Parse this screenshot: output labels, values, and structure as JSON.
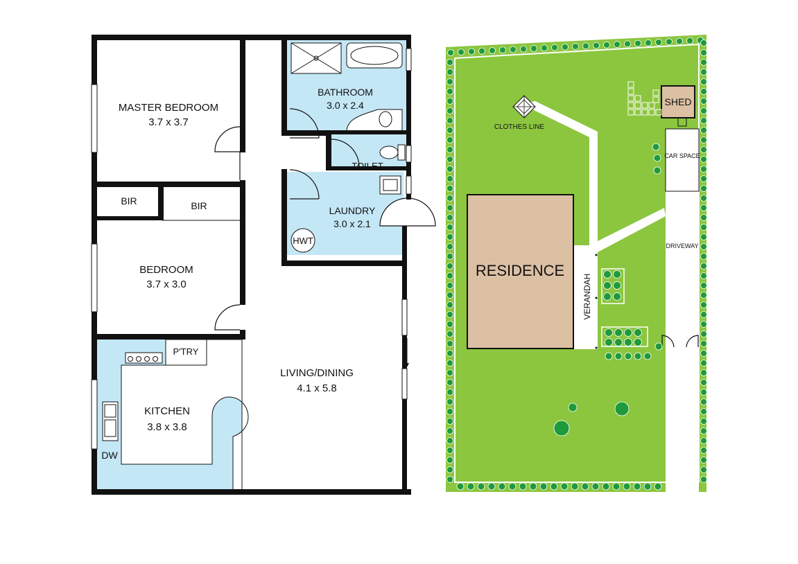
{
  "floor_plan": {
    "rooms": [
      {
        "id": "master-bedroom",
        "name": "MASTER BEDROOM",
        "size": "3.7 x 3.7"
      },
      {
        "id": "bathroom",
        "name": "BATHROOM",
        "size": "3.0 x 2.4"
      },
      {
        "id": "bedroom",
        "name": "BEDROOM",
        "size": "3.7 x 3.0"
      },
      {
        "id": "laundry",
        "name": "LAUNDRY",
        "size": "3.0 x 2.1"
      },
      {
        "id": "living-dining",
        "name": "LIVING/DINING",
        "size": "4.1 x 5.8"
      },
      {
        "id": "kitchen",
        "name": "KITCHEN",
        "size": "3.8 x 3.8"
      }
    ],
    "labels": {
      "toilet": "TOILET",
      "bir_1": "BIR",
      "bir_2": "BIR",
      "hwt": "HWT",
      "pantry": "P'TRY",
      "dw": "DW"
    },
    "colors": {
      "wet_area": "#c4e7f6",
      "wall": "#111111"
    }
  },
  "site_plan": {
    "labels": {
      "residence": "RESIDENCE",
      "verandah": "VERANDAH",
      "shed": "SHED",
      "clothes_line": "CLOTHES LINE",
      "car_space": "CAR SPACE",
      "driveway": "DRIVEWAY"
    },
    "colors": {
      "lawn": "#8cc63f",
      "residence": "#dcc0a4",
      "shed": "#dcc0a4",
      "tree": "#1e9a3c",
      "path": "#ffffff"
    }
  }
}
